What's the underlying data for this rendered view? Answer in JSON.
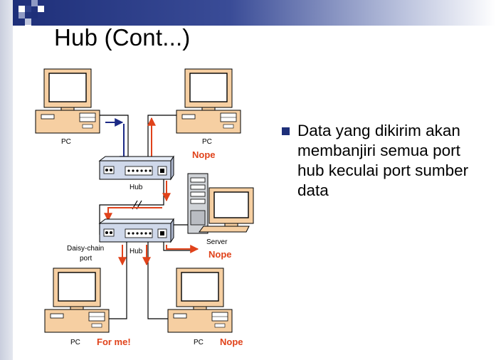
{
  "slide": {
    "title": "Hub (Cont...)",
    "bullet": "Data yang dikirim akan membanjiri semua port hub keculai port sumber data",
    "accent_color": "#1e2f79"
  },
  "diagram": {
    "pc_top_left_label": "PC",
    "pc_top_right_label": "PC",
    "pc_top_right_status": "Nope",
    "hub_top_label": "Hub",
    "hub_bottom_label": "Hub",
    "daisy_chain_label_1": "Daisy-chain",
    "daisy_chain_label_2": "port",
    "server_label": "Server",
    "server_status": "Nope",
    "pc_bottom_left_label": "PC",
    "pc_bottom_left_status": "For me!",
    "pc_bottom_right_label": "PC",
    "pc_bottom_right_status": "Nope",
    "status_color": "#e0421a",
    "device_color": "#f6cfa2"
  }
}
